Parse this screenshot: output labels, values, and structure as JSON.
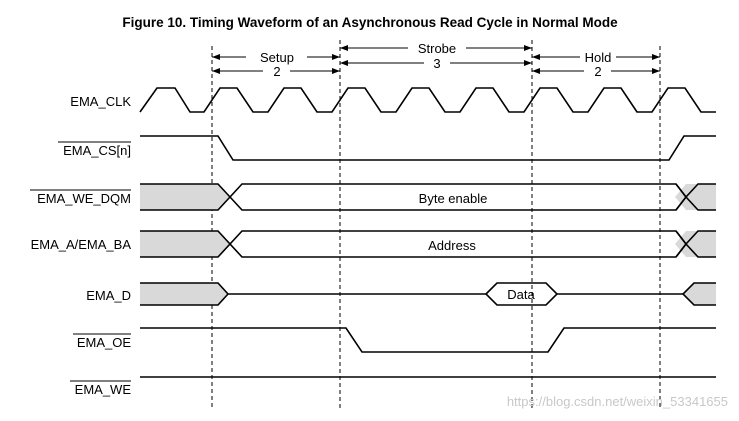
{
  "title": "Figure 10. Timing Waveform of an Asynchronous Read Cycle in Normal Mode",
  "phases": [
    {
      "name": "Setup",
      "value": "2"
    },
    {
      "name": "Strobe",
      "value": "3"
    },
    {
      "name": "Hold",
      "value": "2"
    }
  ],
  "signals": {
    "clk": {
      "label": "EMA_CLK",
      "overline": false
    },
    "cs": {
      "label": "EMA_CS[n]",
      "overline": true
    },
    "we_dqm": {
      "label": "EMA_WE_DQM",
      "overline": true,
      "bus_text": "Byte enable"
    },
    "addr": {
      "label": "EMA_A/EMA_BA",
      "overline": false,
      "bus_text": "Address"
    },
    "data": {
      "label": "EMA_D",
      "overline": false,
      "bus_text": "Data"
    },
    "oe": {
      "label": "EMA_OE",
      "overline": true
    },
    "we": {
      "label": "EMA_WE",
      "overline": true
    }
  },
  "watermark": "https://blog.csdn.net/weixin_53341655",
  "colors": {
    "shade": "#d9d9d9",
    "line": "#000000",
    "watermark": "#c8c8c8"
  }
}
